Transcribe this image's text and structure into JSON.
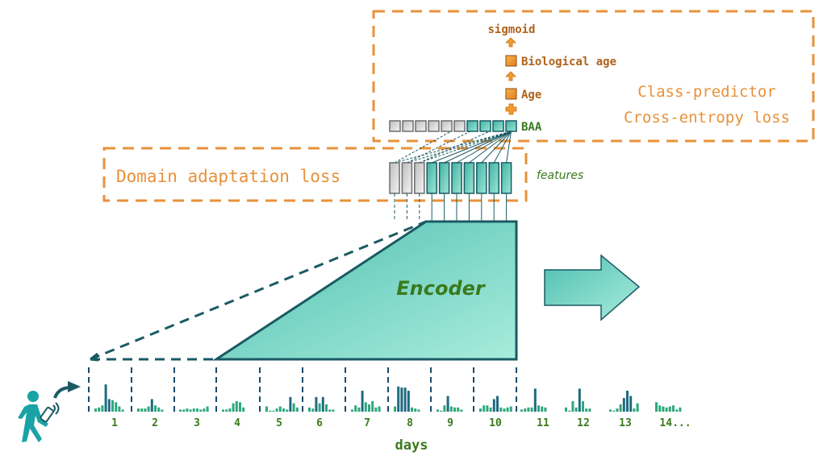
{
  "colors": {
    "orange": "#e8913a",
    "orange_text": "#b0621a",
    "teal_dark": "#1a5a64",
    "teal": "#4fc1b0",
    "teal_light": "#a6eadb",
    "green_text": "#3a7a1e",
    "bar_green": "#2ea87a",
    "bar_dark": "#1f6a80",
    "gray": "#c8c8c8"
  },
  "class_predictor": {
    "title_line1": "Class-predictor",
    "title_line2": "Cross-entropy loss",
    "sigmoid_label": "sigmoid",
    "bio_age_label": "Biological age",
    "age_label": "Age",
    "baa_label": "BAA",
    "baa_gray_count": 6,
    "baa_teal_count": 4
  },
  "domain_adaptation": {
    "label": "Domain adaptation loss",
    "features_label": "features",
    "gray_count": 3,
    "teal_count": 7
  },
  "encoder": {
    "label": "Encoder"
  },
  "timeline": {
    "axis_label": "days",
    "days": [
      "1",
      "2",
      "3",
      "4",
      "5",
      "6",
      "7",
      "8",
      "9",
      "10",
      "11",
      "12",
      "13",
      "14..."
    ]
  }
}
